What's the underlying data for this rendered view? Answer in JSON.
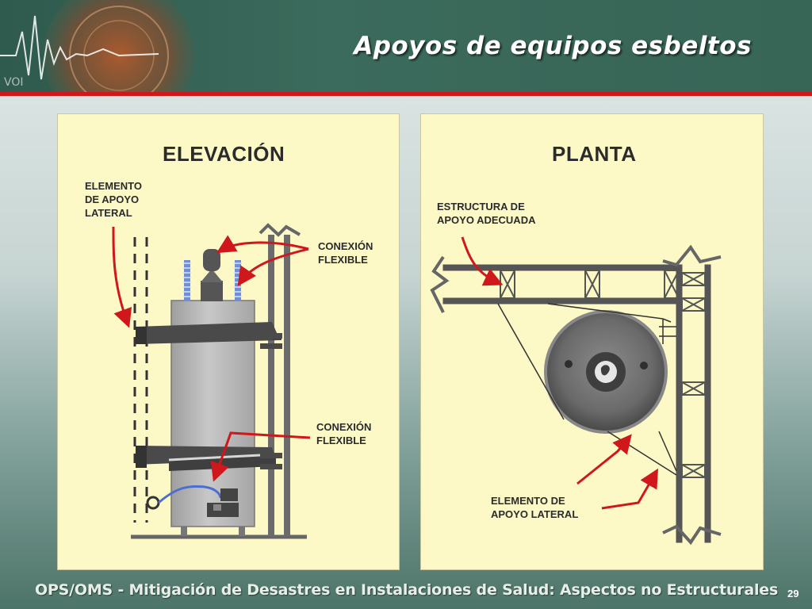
{
  "slide": {
    "title": "Apoyos de equipos esbeltos",
    "footer": "OPS/OMS - Mitigación de Desastres en Instalaciones de Salud: Aspectos no Estructurales",
    "page_number": "29"
  },
  "elevation": {
    "title": "ELEVACIÓN",
    "label_lateral": "ELEMENTO\nDE APOYO\nLATERAL",
    "label_flex_top": "CONEXIÓN\nFLEXIBLE",
    "label_flex_bottom": "CONEXIÓN\nFLEXIBLE"
  },
  "plan": {
    "title": "PLANTA",
    "label_structure": "ESTRUCTURA DE\nAPOYO ADECUADA",
    "label_lateral": "ELEMENTO DE\nAPOYO LATERAL"
  },
  "colors": {
    "header": "#376556",
    "accent_red": "#d0181c",
    "panel": "#fcf9c7",
    "steel": "#555555",
    "tank": "#bdbdbd"
  }
}
